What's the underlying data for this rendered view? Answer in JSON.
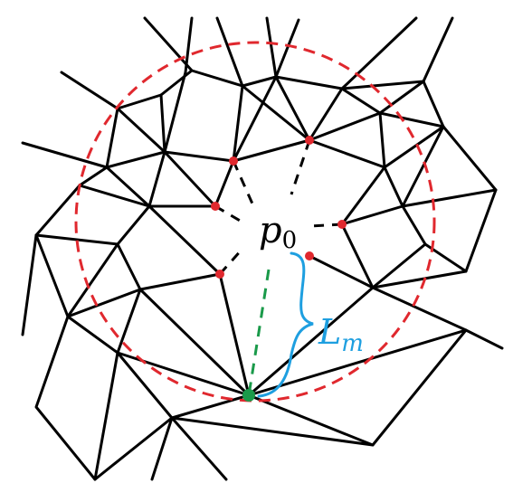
{
  "labels": {
    "center_point": "p",
    "center_subscript": "0",
    "distance": "L",
    "distance_subscript": "m"
  },
  "colors": {
    "mesh_edges": "#000000",
    "boundary_circle": "#e0282e",
    "red_nodes": "#e0282e",
    "nearest_node": "#1a9a4a",
    "distance_brace": "#1e9fe0"
  }
}
